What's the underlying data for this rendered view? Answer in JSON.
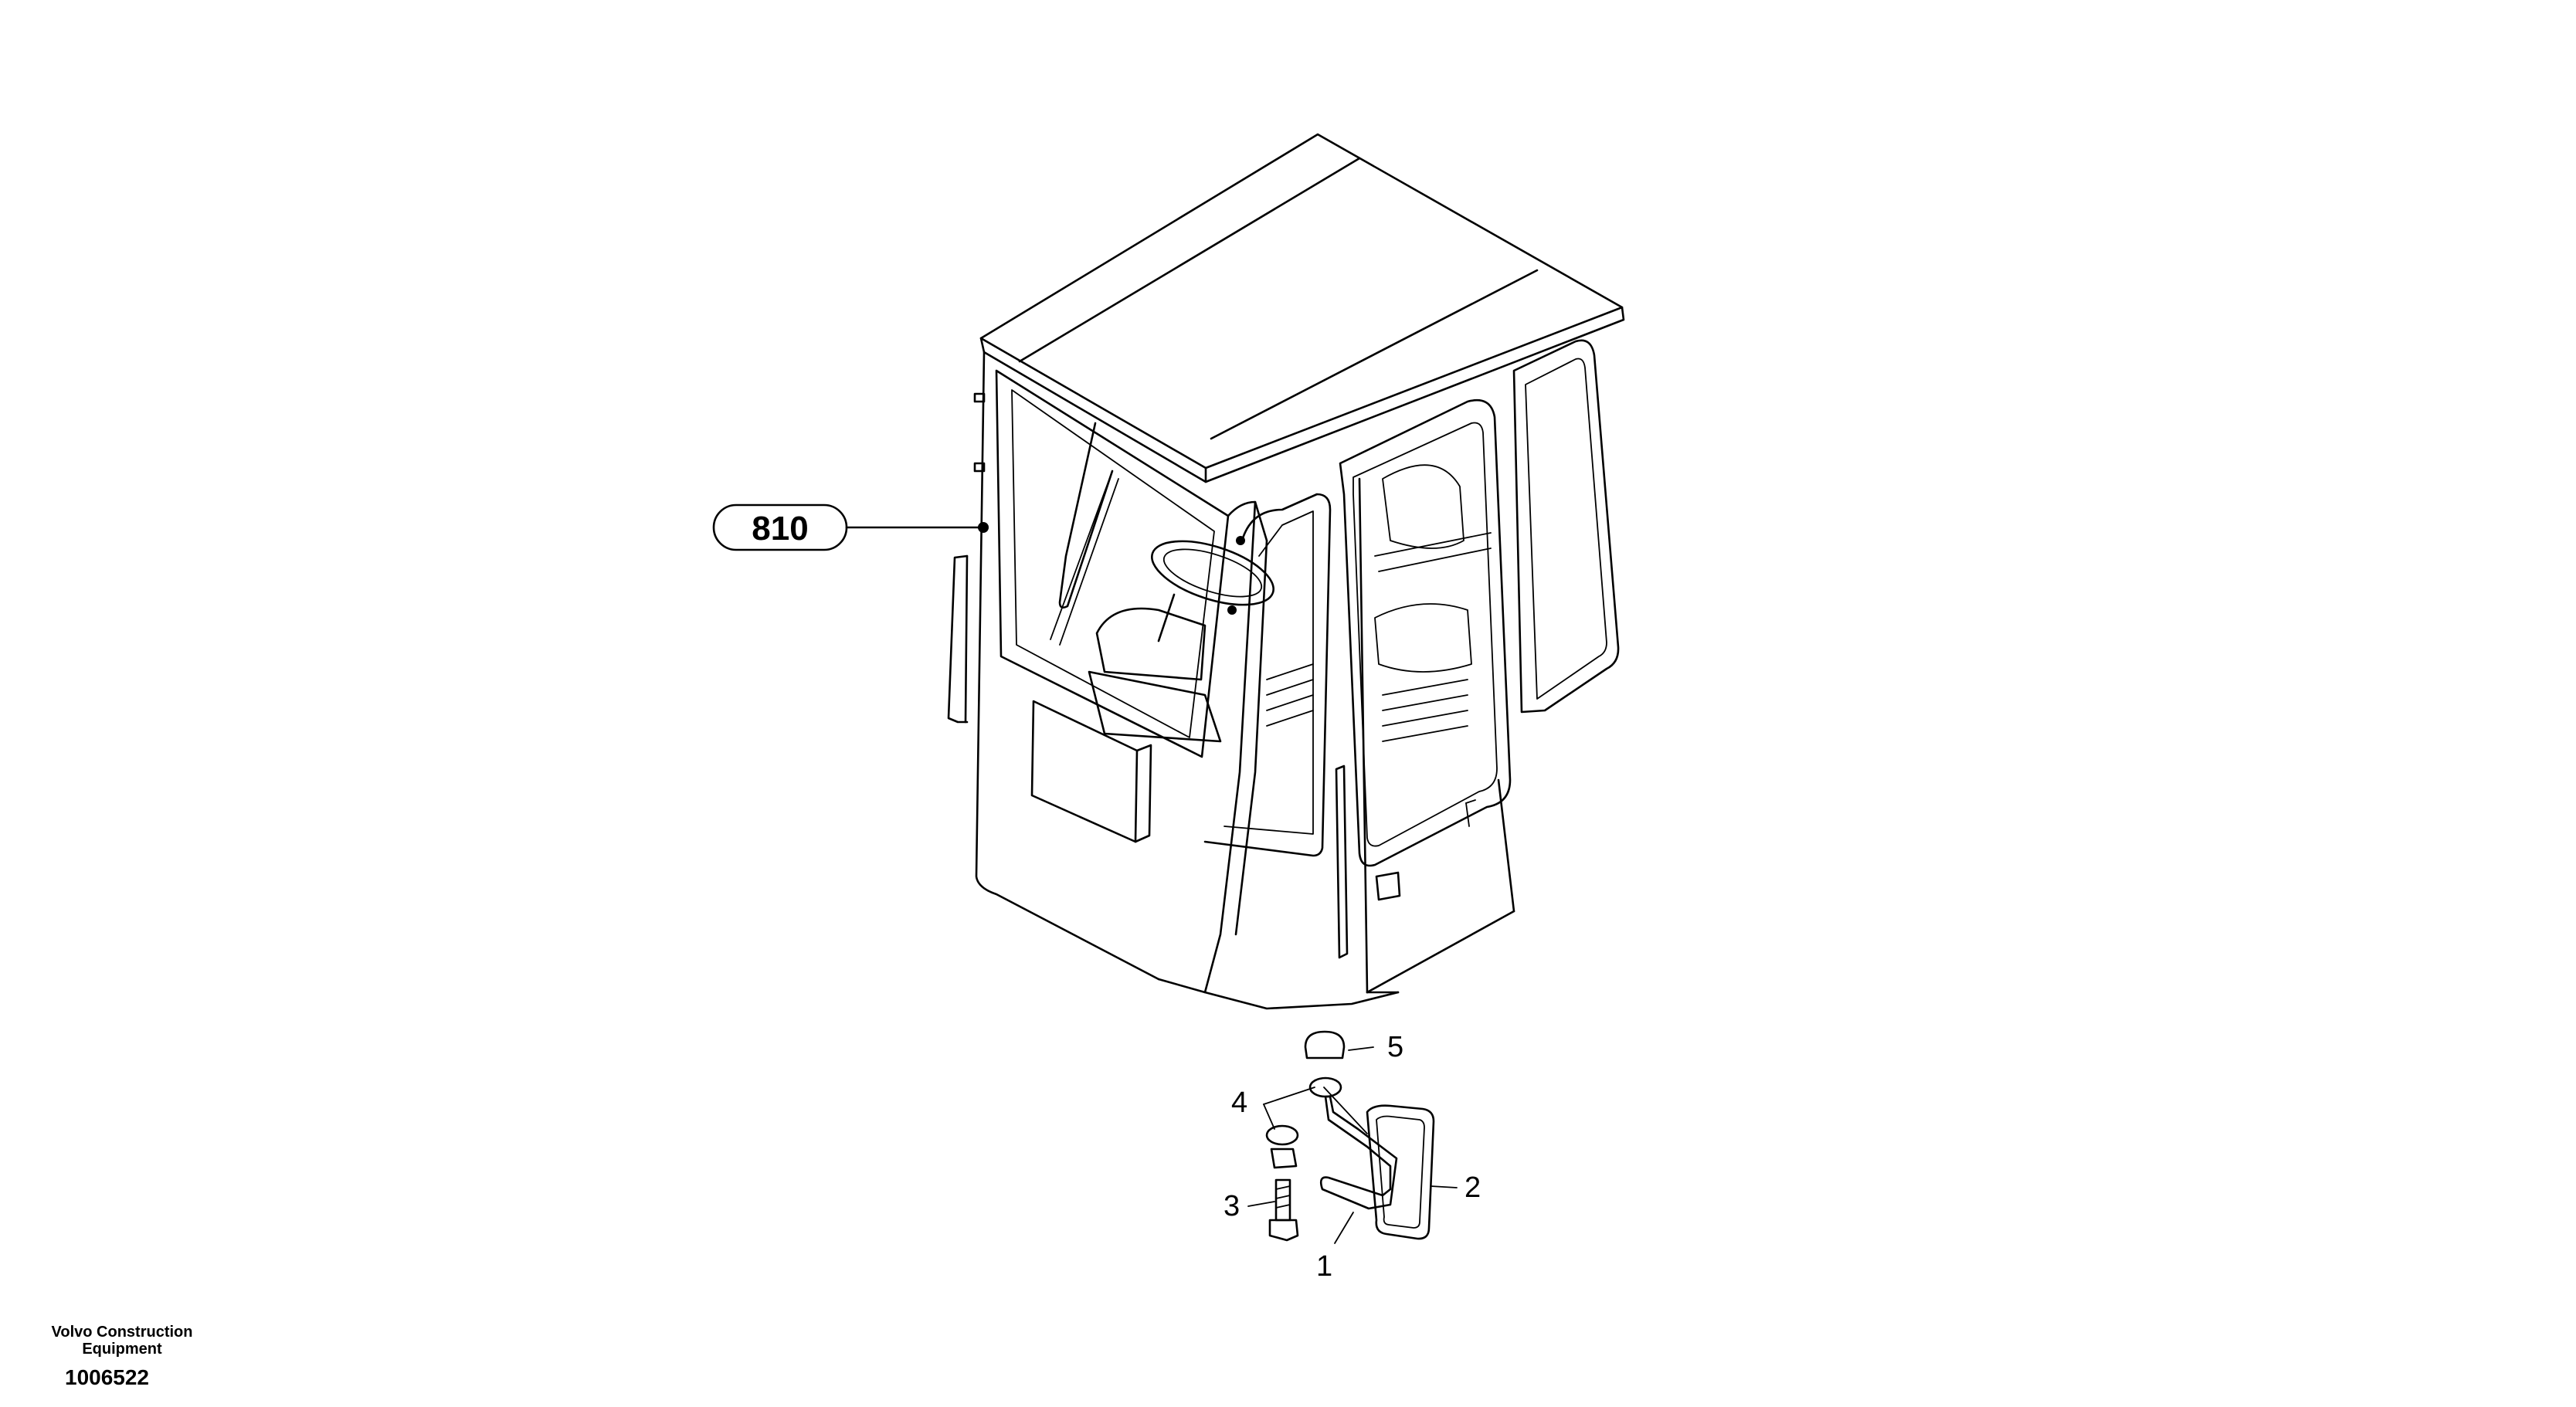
{
  "reference_badge": {
    "label": "810"
  },
  "callouts": [
    {
      "id": "1",
      "label": "1"
    },
    {
      "id": "2",
      "label": "2"
    },
    {
      "id": "3",
      "label": "3"
    },
    {
      "id": "4",
      "label": "4"
    },
    {
      "id": "5",
      "label": "5"
    }
  ],
  "footer": {
    "brand_line1": "Volvo Construction",
    "brand_line2": "Equipment",
    "drawing_number": "1006522"
  }
}
